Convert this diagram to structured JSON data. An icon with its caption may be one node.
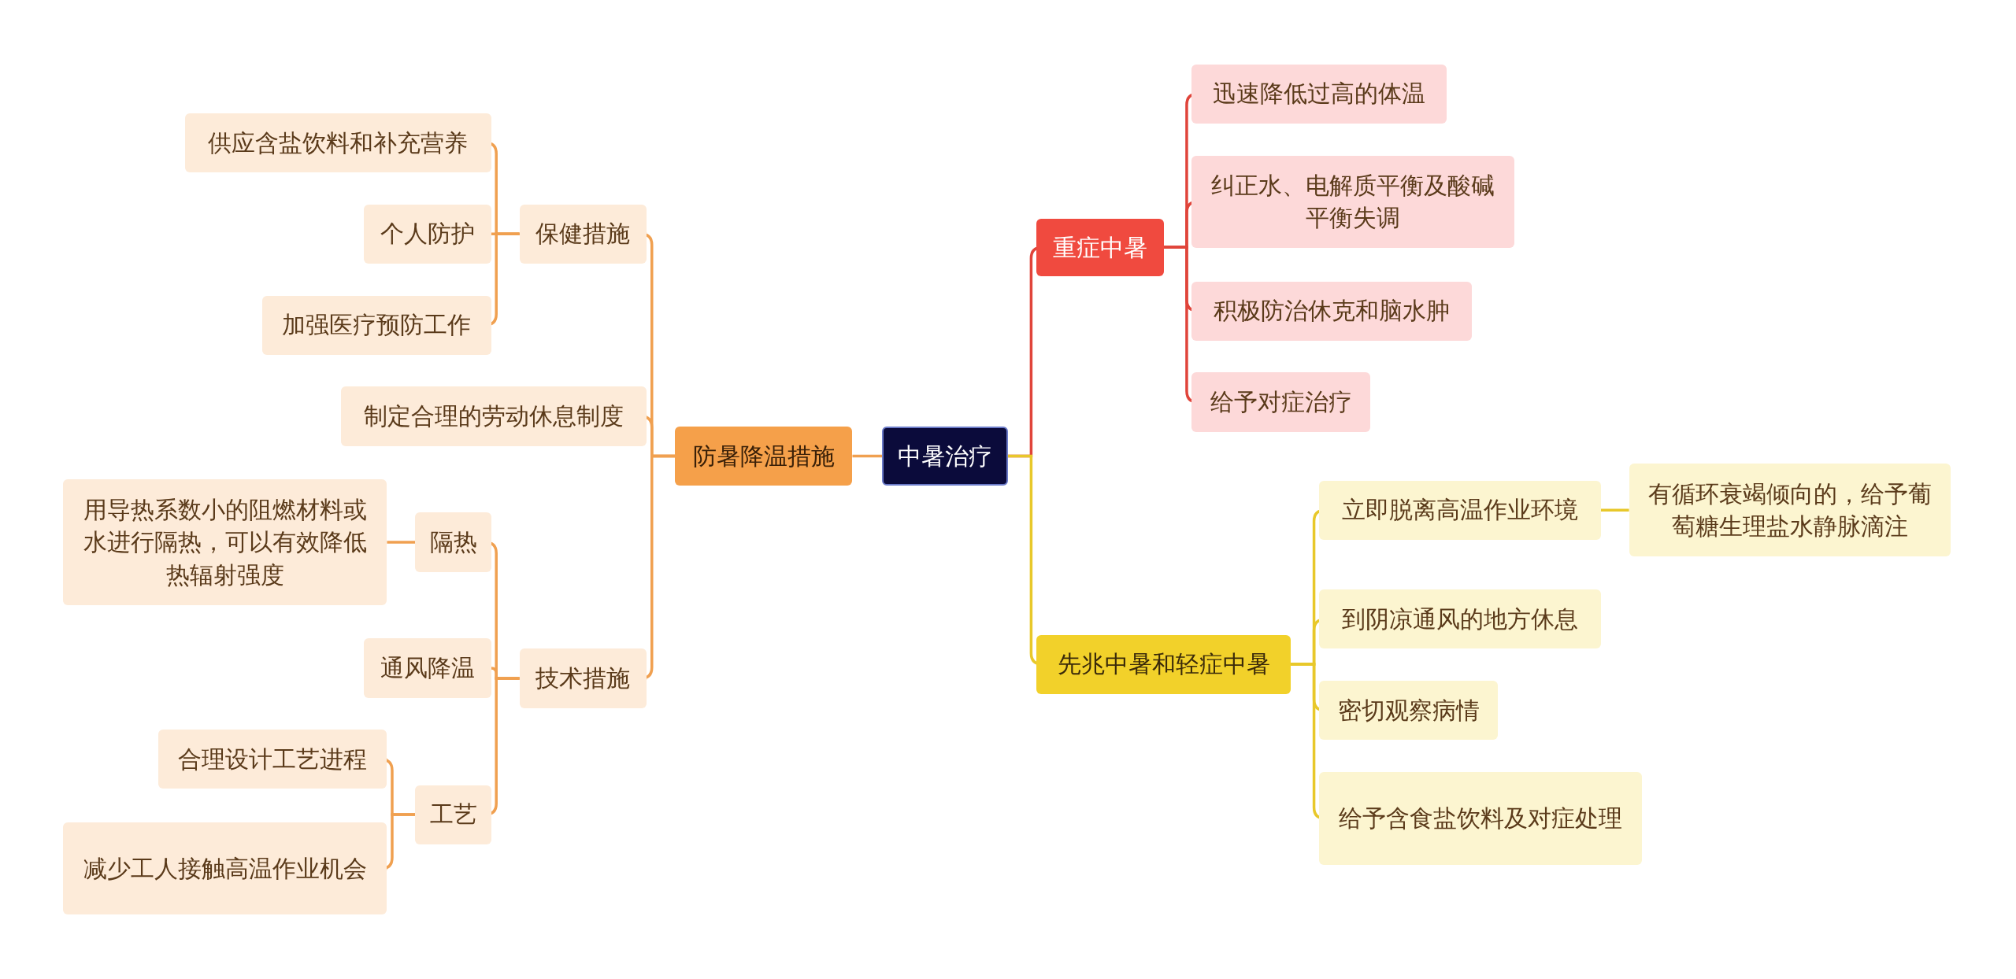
{
  "diagram": {
    "nodes": [
      {
        "text": [
          "中暑治疗"
        ]
      },
      {
        "text": [
          "重症中暑"
        ]
      },
      {
        "text": [
          "迅速降低过高的体温"
        ]
      },
      {
        "text": [
          "纠正水、电解质平衡及酸碱平衡失调"
        ]
      },
      {
        "text": [
          "积极防治休克和脑水肿"
        ]
      },
      {
        "text": [
          "给予对症治疗"
        ]
      },
      {
        "text": [
          "先兆中暑和轻症中暑"
        ]
      },
      {
        "text": [
          "立即脱离高温作业环境"
        ]
      },
      {
        "text": [
          "有循环衰竭倾向的，给予葡萄糖生理盐水静脉滴注"
        ]
      },
      {
        "text": [
          "到阴凉通风的地方休息"
        ]
      },
      {
        "text": [
          "密切观察病情"
        ]
      },
      {
        "text": [
          "给予含食盐饮料及对症处理"
        ]
      },
      {
        "text": [
          "防暑降温措施"
        ]
      },
      {
        "text": [
          "保健措施"
        ]
      },
      {
        "text": [
          "供应含盐饮料和补充营养"
        ]
      },
      {
        "text": [
          "个人防护"
        ]
      },
      {
        "text": [
          "加强医疗预防工作"
        ]
      },
      {
        "text": [
          "制定合理的劳动休息制度"
        ]
      },
      {
        "text": [
          "技术措施"
        ]
      },
      {
        "text": [
          "隔热"
        ]
      },
      {
        "text": [
          "用导热系数小的阻燃材料或水进行隔热，可以有效降低热辐射强度"
        ]
      },
      {
        "text": [
          "通风降温"
        ]
      },
      {
        "text": [
          "工艺"
        ]
      },
      {
        "text": [
          "合理设计工艺进程"
        ]
      },
      {
        "text": [
          "减少工人接触高温作业机会"
        ]
      }
    ],
    "edges": [
      {
        "from": 0,
        "to": 1,
        "arrow": "none",
        "color": "#e0443a"
      },
      {
        "from": 1,
        "to": 2,
        "arrow": "none",
        "color": "#e0443a"
      },
      {
        "from": 1,
        "to": 3,
        "arrow": "none",
        "color": "#e0443a"
      },
      {
        "from": 1,
        "to": 4,
        "arrow": "none",
        "color": "#e0443a"
      },
      {
        "from": 1,
        "to": 5,
        "arrow": "none",
        "color": "#e0443a"
      },
      {
        "from": 0,
        "to": 6,
        "arrow": "none",
        "color": "#e8c82a"
      },
      {
        "from": 6,
        "to": 7,
        "arrow": "none",
        "color": "#e8c82a"
      },
      {
        "from": 7,
        "to": 8,
        "arrow": "none",
        "color": "#e8c82a"
      },
      {
        "from": 6,
        "to": 9,
        "arrow": "none",
        "color": "#e8c82a"
      },
      {
        "from": 6,
        "to": 10,
        "arrow": "none",
        "color": "#e8c82a"
      },
      {
        "from": 6,
        "to": 11,
        "arrow": "none",
        "color": "#e8c82a"
      },
      {
        "from": 0,
        "to": 12,
        "arrow": "none"
      },
      {
        "from": 12,
        "to": 13,
        "arrow": "none"
      },
      {
        "from": 13,
        "to": 14,
        "arrow": "none"
      },
      {
        "from": 13,
        "to": 15,
        "arrow": "none"
      },
      {
        "from": 13,
        "to": 16,
        "arrow": "none"
      },
      {
        "from": 12,
        "to": 17,
        "arrow": "none"
      },
      {
        "from": 12,
        "to": 18,
        "arrow": "none"
      },
      {
        "from": 18,
        "to": 19,
        "arrow": "none"
      },
      {
        "from": 19,
        "to": 20,
        "arrow": "none"
      },
      {
        "from": 18,
        "to": 21,
        "arrow": "none"
      },
      {
        "from": 18,
        "to": 22,
        "arrow": "none"
      },
      {
        "from": 22,
        "to": 23,
        "arrow": "none"
      },
      {
        "from": 22,
        "to": 24,
        "arrow": "none"
      }
    ]
  }
}
